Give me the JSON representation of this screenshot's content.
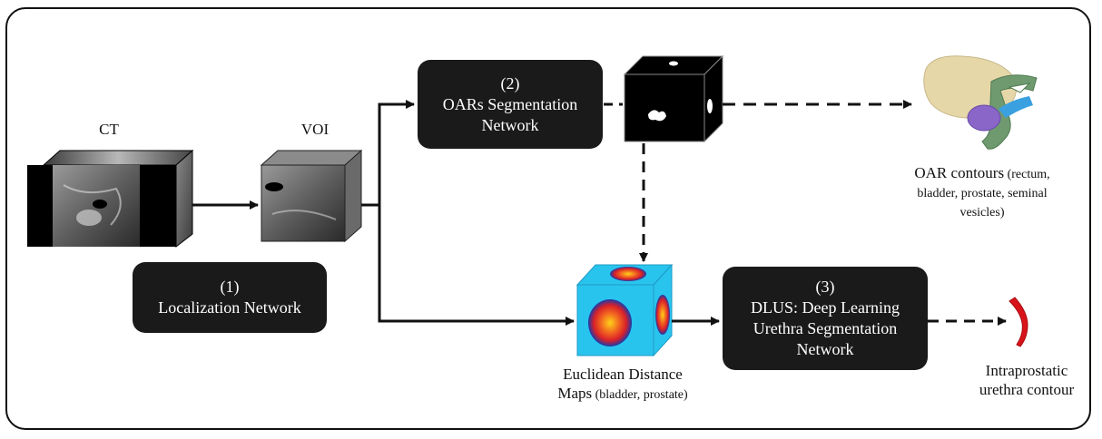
{
  "inputs": {
    "ct_label": "CT",
    "voi_label": "VOI"
  },
  "boxes": {
    "localization": {
      "line1": "(1)",
      "line2": "Localization Network"
    },
    "oar_seg": {
      "line1": "(2)",
      "line2": "OARs Segmentation",
      "line3": "Network"
    },
    "dlus": {
      "line1": "(3)",
      "line2": "DLUS: Deep Learning",
      "line3": "Urethra Segmentation",
      "line4": "Network"
    }
  },
  "outputs": {
    "oar_contours": {
      "line1_main": "OAR contours",
      "line1_small": " (rectum,",
      "line2": "bladder, prostate, seminal",
      "line3": "vesicles)"
    },
    "edm": {
      "line1": "Euclidean Distance",
      "line2_main": "Maps",
      "line2_small": " (bladder, prostate)"
    },
    "urethra": {
      "line1": "Intraprostatic",
      "line2": "urethra contour"
    }
  },
  "colors": {
    "box_fill": "#1a1a1a",
    "edm_cyan": "#29c4ee",
    "edm_hot": "#e8322a",
    "urethra_red": "#d8141a",
    "bladder": "#e6d7a8",
    "prostate": "#8a66c8",
    "seminal": "#6f9a70",
    "rectum": "#3aa0e0"
  }
}
